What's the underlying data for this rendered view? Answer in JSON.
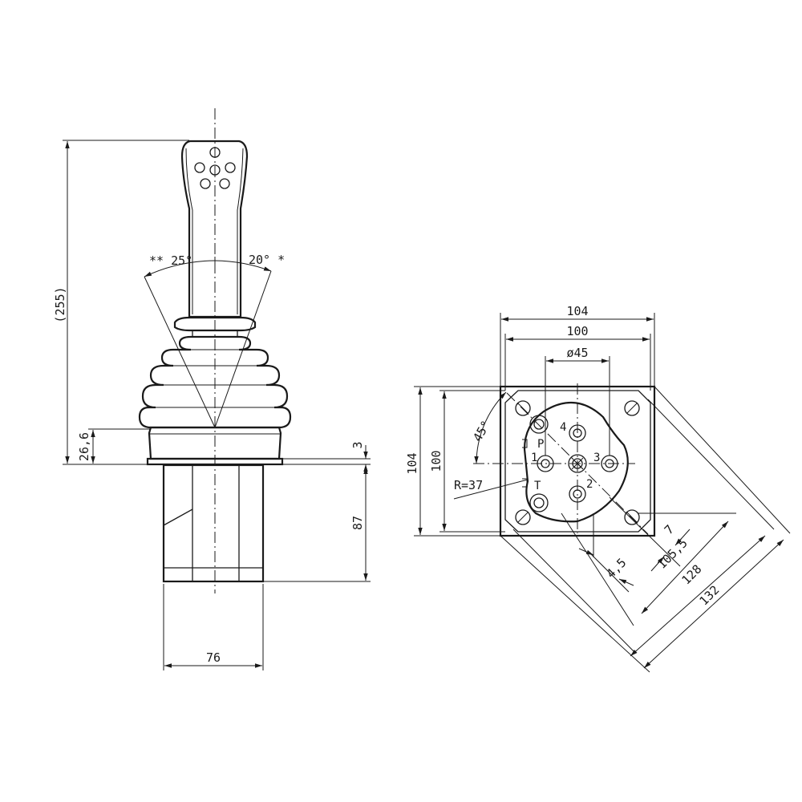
{
  "side_view": {
    "dimensions": {
      "overall_height": "(255)",
      "boot_flange": "26,6",
      "plate_thickness": "3",
      "body_height": "87",
      "body_width": "76",
      "angle_left": "** 25°",
      "angle_right": "20° *"
    }
  },
  "plan_view": {
    "dimensions": {
      "outer_width": "104",
      "inner_width": "100",
      "bolt_circle": "ø45",
      "outer_height": "104",
      "inner_height": "100",
      "rotation_angle": "45°",
      "radius": "R=37",
      "port_offset": "7",
      "hole_spacing": "4,5",
      "diag_inner": "105,5",
      "diag_mid": "128",
      "diag_outer": "132"
    },
    "ports": {
      "p": "P",
      "t": "T",
      "p1": "1",
      "p2": "2",
      "p3": "3",
      "p4": "4"
    }
  }
}
